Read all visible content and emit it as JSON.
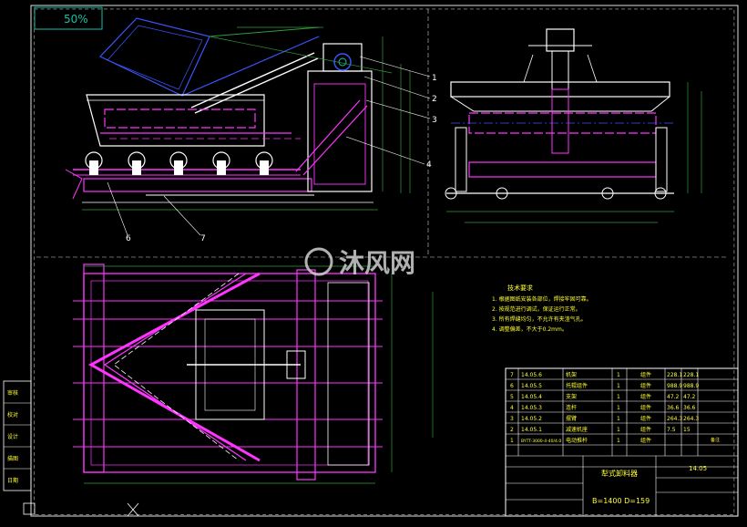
{
  "scale_label": "50%",
  "balloons": [
    "1",
    "2",
    "3",
    "4",
    "6",
    "7"
  ],
  "watermark": "沐风网",
  "notes": {
    "title": "技术要求",
    "lines": [
      "1. 根据图纸安装各部位，焊接牢固可靠。",
      "2. 按规范进行调试，保证运行正常。",
      "3. 所有焊缝均匀，不允许有夹渣气孔。",
      "4. 调整偏差，不大于0.2mm。"
    ]
  },
  "bom": {
    "rows": [
      {
        "no": "7",
        "code": "14.05.6",
        "name": "机架",
        "qty": "1",
        "mat": "组件",
        "w1": "228.1",
        "w2": "228.1"
      },
      {
        "no": "6",
        "code": "14.05.5",
        "name": "托辊组件",
        "qty": "1",
        "mat": "组件",
        "w1": "988.9",
        "w2": "988.9"
      },
      {
        "no": "5",
        "code": "14.05.4",
        "name": "支架",
        "qty": "1",
        "mat": "组件",
        "w1": "47.2",
        "w2": "47.2"
      },
      {
        "no": "4",
        "code": "14.05.3",
        "name": "连杆",
        "qty": "1",
        "mat": "组件",
        "w1": "36.6",
        "w2": "36.6"
      },
      {
        "no": "3",
        "code": "14.05.2",
        "name": "摆臂",
        "qty": "1",
        "mat": "组件",
        "w1": "264.3",
        "w2": "264.3"
      },
      {
        "no": "2",
        "code": "14.05.1",
        "name": "减速机座",
        "qty": "1",
        "mat": "组件",
        "w1": "7.5",
        "w2": "15"
      },
      {
        "no": "1",
        "code": "BYTT-3000-4-40/4.0",
        "name": "电动推杆",
        "qty": "1",
        "mat": "组件",
        "w1": "",
        "w2": ""
      }
    ],
    "header_right": "备注",
    "title_name": "犁式卸料器",
    "drawing_no": "14.05",
    "spec": "B=1400 D=159"
  },
  "side_labels": [
    "审核",
    "校对",
    "设计",
    "描图",
    "日期"
  ]
}
